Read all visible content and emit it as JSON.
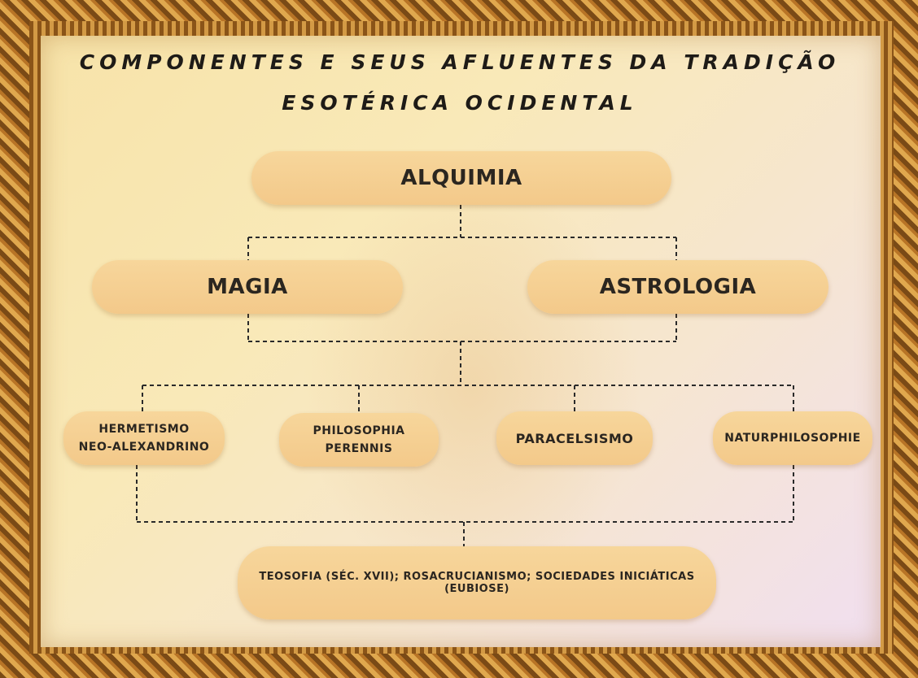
{
  "title": {
    "line1": "COMPONENTES E SEUS AFLUENTES DA TRADIÇÃO",
    "line2": "ESOTÉRICA OCIDENTAL"
  },
  "nodes": {
    "alquimia": "ALQUIMIA",
    "magia": "MAGIA",
    "astrologia": "ASTROLOGIA",
    "hermetismo": "HERMETISMO\nNEO-ALEXANDRINO",
    "philosophia": "PHILOSOPHIA\nPERENNIS",
    "paracelsismo": "PARACELSISMO",
    "naturphilosophie": "NATURPHILOSOPHIE",
    "teosofia": "TEOSOFIA (SÉC. XVII); ROSACRUCIANISMO; SOCIEDADES INICIÁTICAS (EUBIOSE)"
  },
  "colors": {
    "pill": "#f3c98a",
    "connector": "#2a2a2a",
    "frame": "#b87426"
  }
}
